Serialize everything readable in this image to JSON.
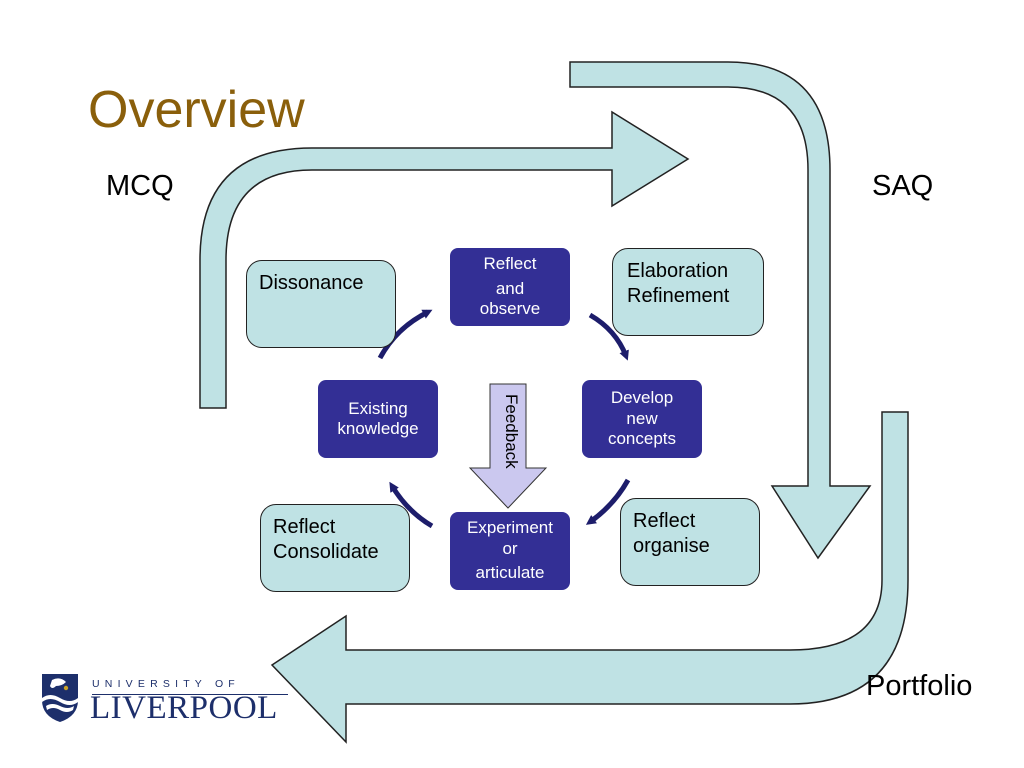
{
  "title": "Overview",
  "labels": {
    "mcq": "MCQ",
    "saq": "SAQ",
    "portfolio": "Portfolio"
  },
  "boxes": {
    "dissonance": "Dissonance",
    "elaboration_line1": "Elaboration",
    "elaboration_line2": "Refinement",
    "reflect_consolidate_line1": "Reflect",
    "reflect_consolidate_line2": "Consolidate",
    "reflect_organise_line1": "Reflect",
    "reflect_organise_line2": "organise"
  },
  "cycle": {
    "reflect_observe": [
      "Reflect",
      "and",
      "observe"
    ],
    "develop": [
      "Develop",
      "new",
      "concepts"
    ],
    "experiment": [
      "Experiment",
      "or",
      "articulate"
    ],
    "existing": [
      "Existing",
      "knowledge"
    ]
  },
  "feedback": "Feedback",
  "logo": {
    "line1": "UNIVERSITY OF",
    "line2": "LIVERPOOL",
    "icon": "crest-icon"
  },
  "colors": {
    "title": "#8a5f0b",
    "light_fill": "#bfe2e4",
    "dark_fill": "#332f95",
    "feedback_fill": "#cbc8ef",
    "cycle_arrow": "#1d1d6b"
  }
}
